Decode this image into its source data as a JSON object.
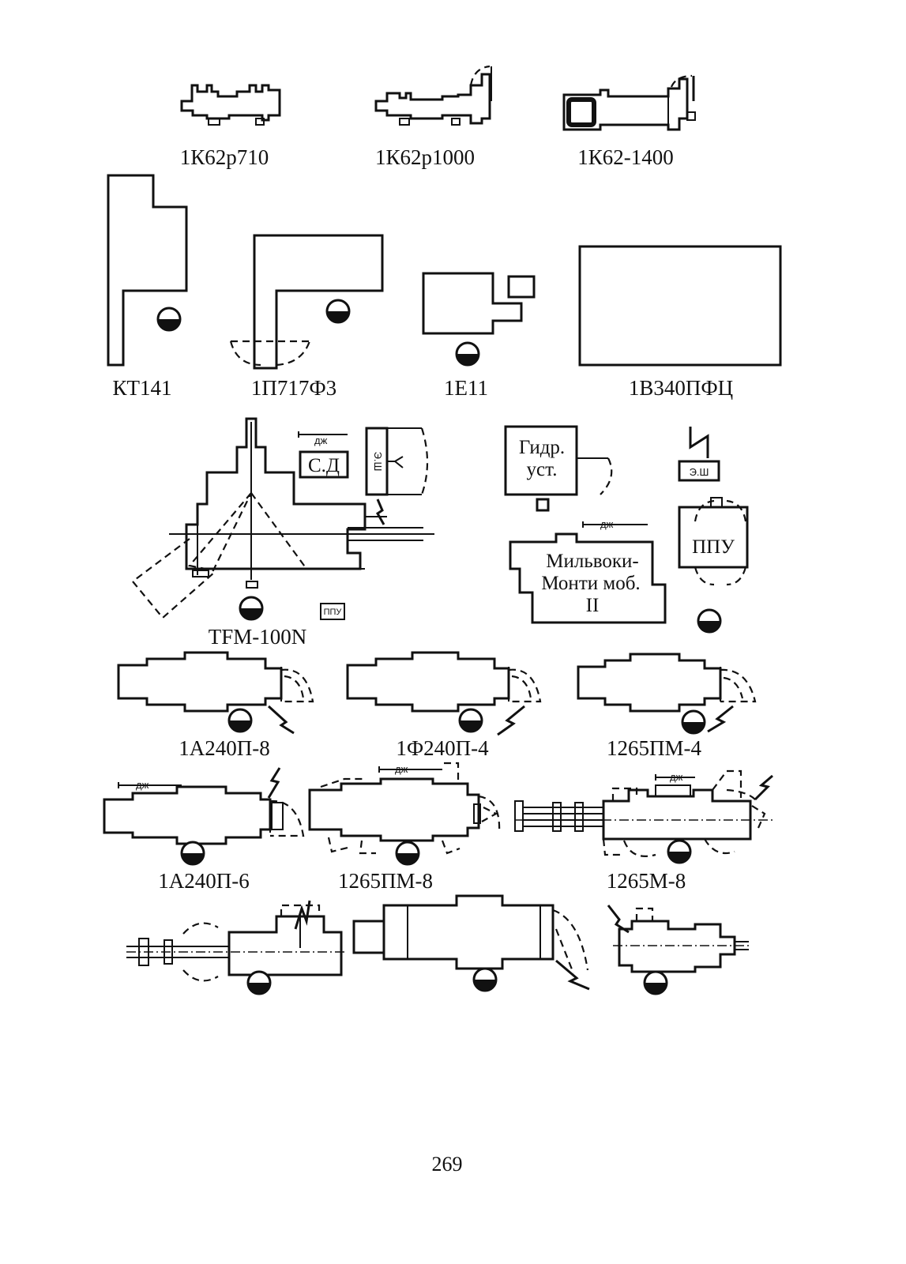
{
  "machines": {
    "m1": "1К62р710",
    "m2": "1К62р1000",
    "m3": "1К62-1400",
    "m4": "КТ141",
    "m5": "1П717Ф3",
    "m6": "1Е11",
    "m7": "1В340ПФЦ",
    "m8": "TFM-100N",
    "m9": "1А240П-8",
    "m10": "1Ф240П-4",
    "m11": "1265ПМ-4",
    "m12": "1А240П-6",
    "m13": "1265ПМ-8",
    "m14": "1265М-8"
  },
  "inner_labels": {
    "dzh": "дж",
    "sd": "С.Д",
    "esh_vertical": "Э.Ш",
    "ppu_small": "ППУ",
    "hydro_line1": "Гидр.",
    "hydro_line2": "уст.",
    "esh": "Э.Ш",
    "ppu": "ППУ",
    "milwaukee_line1": "Мильвоки-",
    "milwaukee_line2": "Монти моб.",
    "milwaukee_line3": "II"
  },
  "page_number": "269"
}
